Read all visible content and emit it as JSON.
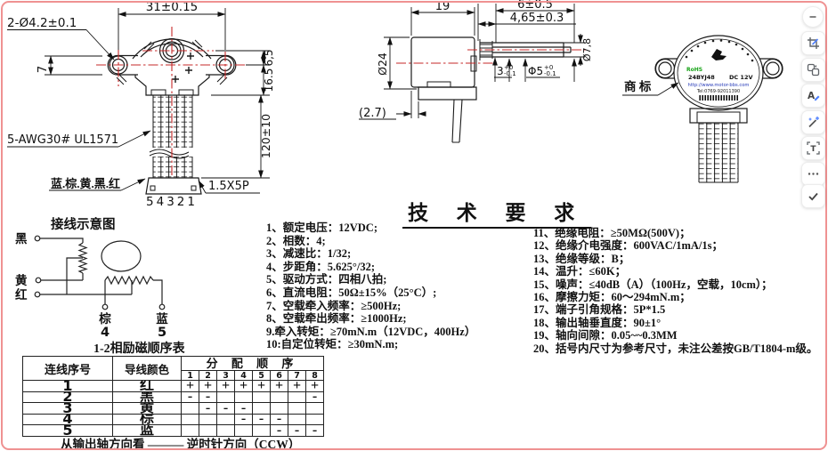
{
  "frame": {
    "border_color": "#ef9292"
  },
  "front_view": {
    "dim_top": "31±0.15",
    "dim_holes": "2-Ø4.2±0.1",
    "dim_left": "7",
    "dim_right_top": "6,5",
    "dim_right_mid": "16.5",
    "dim_wire_len": "120±10",
    "wire_spec": "5-AWG30# UL1571",
    "wire_colors": "蓝.棕.黄.黑.红",
    "pin_numbers": "54321",
    "connector_spec": "1.5X5P"
  },
  "side_view": {
    "dim_width": "19",
    "dim_shaft_len": "6±0.5",
    "dim_boss": "4,65±0.3",
    "dim_body_dia": "Ø24",
    "dim_bush_dia": "Ø7,8",
    "dim_flat_main": "3",
    "dim_flat_up": "+0",
    "dim_flat_dn": "-0.1",
    "dim_shaft_main": "Φ5",
    "dim_shaft_up": "+0",
    "dim_shaft_dn": "-0.1",
    "dim_ref": "(2.7)"
  },
  "label_view": {
    "callout": "商 标",
    "rohs": "RoHS",
    "model": "24BYJ48",
    "voltage": "DC 12V",
    "website": "http://www.motor-bbs.com",
    "tel": "Tel:0769-92011390"
  },
  "tech": {
    "title": "技 术 要 求",
    "left": [
      "1、额定电压：12VDC;",
      "2、相数：4;",
      "3、减速比：1/32;",
      "4、步距角：5.625°/32;",
      "5、驱动方式：四相八拍;",
      "6、直流电阻：50Ω±15%（25°C）;",
      "7、空载牵入频率：≥500Hz;",
      "8、空载牵出频率：≥1000Hz;",
      "9.牵入转矩：≥70mN.m（12VDC，400Hz）",
      "10:自定位转矩：≥30mN.m;"
    ],
    "right": [
      "11、绝缘电阻：≥50MΩ(500V)；",
      "12、绝缘介电强度：600VAC/1mA/1s；",
      "13、绝缘等级：B；",
      "14、温升：≤60K；",
      "15、噪声：≤40dB（A）（100Hz，空载，10cm）；",
      "16、摩擦力矩：60～294mN.m；",
      "17、端子引角规格：5P*1.5",
      "18、输出轴垂直度：90±1°",
      "19、轴向间隙：0.05~~0.3MM",
      "20、括号内尺寸为参考尺寸，未注公差按GB/T1804-m级。"
    ]
  },
  "wiring": {
    "title": "接线示意图",
    "t_black": "黑",
    "t_yellow": "黄",
    "t_red": "红",
    "t_brown": "棕",
    "n_brown": "4",
    "t_blue": "蓝",
    "n_blue": "5",
    "subtitle": "1-2相励磁顺序表"
  },
  "seq_table": {
    "h_wire_no": "连线序号",
    "h_wire_color": "导线颜色",
    "h_sequence": "分 配 顺 序",
    "steps": [
      "1",
      "2",
      "3",
      "4",
      "5",
      "6",
      "7",
      "8"
    ],
    "rows": [
      {
        "no": "1",
        "color": "红",
        "s": [
          "+",
          "+",
          "+",
          "+",
          "+",
          "+",
          "+",
          "+"
        ]
      },
      {
        "no": "2",
        "color": "黑",
        "s": [
          "-",
          "-",
          "",
          "",
          "",
          "",
          "",
          "-"
        ]
      },
      {
        "no": "3",
        "color": "黄",
        "s": [
          "",
          "-",
          "-",
          "-",
          "",
          "",
          "",
          ""
        ]
      },
      {
        "no": "4",
        "color": "棕",
        "s": [
          "",
          "",
          "",
          "-",
          "-",
          "-",
          "",
          ""
        ]
      },
      {
        "no": "5",
        "color": "蓝",
        "s": [
          "",
          "",
          "",
          "",
          "",
          "-",
          "-",
          "-"
        ]
      }
    ],
    "footer": "从输出轴方向看 ——— 逆时针方向（CCW）"
  },
  "toolbar": {
    "minus": "−",
    "letter_a": "A",
    "letter_t": "T",
    "more": "···",
    "check": "✓"
  }
}
